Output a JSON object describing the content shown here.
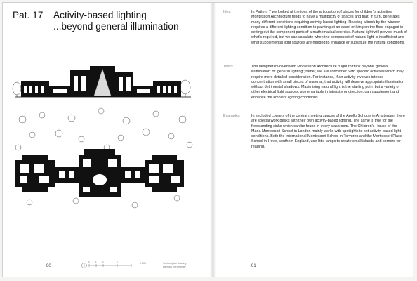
{
  "page": {
    "title_pattern": "Pat. 17",
    "title_line1": "Activity-based lighting",
    "title_line2": "...beyond general illumination"
  },
  "sections": [
    {
      "label": "Idea",
      "text": "In Pattern 7 we looked at the idea of the articulation of places for children's activities. Montessori Architecture tends to have a multiplicity of spaces and that, in turn, generates many different conditions requiring activity-based lighting. Reading a book by the window requires a different lighting condition to painting at an easel or lying on the floor engaged in setting out the component parts of a mathematical exercise. Natural light will provide much of what's required, but we can calculate when the component of natural light is insufficient and what supplemental light sources are needed to enhance or substitute the natural conditions."
    },
    {
      "label": "Tasks",
      "text": "The designer involved with Montessori Architecture ought to think beyond 'general illumination' or 'general lighting'; rather, we are concerned with specific activities which may require more detailed consideration. For instance, if an activity involves intense concentration with small pieces of material, that activity will deserve appropriate illumination without detrimental shadows. Maximising natural light is the starting point but a variety of other electrical light sources, some variable in intensity or direction, can supplement and enhance the ambient lighting conditions."
    },
    {
      "label": "Examples",
      "text": "In secluded corners of the central meeting spaces of the Apollo Schools in Amsterdam there are special work desks with their own activity-based lighting. The same is true for the freestanding sinks which can be found in every classroom. The Children's House of the Maria Montessori School in London mainly works with spotlights to set activity-based light conditions. Both the International Montessori School in Tervuren and the Montessori Place School in Hove, southern England, use little lamps to create small islands and corners for reading."
    }
  ],
  "footer": {
    "left_page_number": "90",
    "right_page_number": "91",
    "scale_labels": [
      "0",
      "1",
      "2",
      "5"
    ],
    "caption_scale": "1:500",
    "caption_drawing": "Section/plan drawing",
    "caption_credit": "Herman Hertzberger"
  },
  "colors": {
    "ink": "#111111",
    "label_grey": "#8a8a8a"
  }
}
